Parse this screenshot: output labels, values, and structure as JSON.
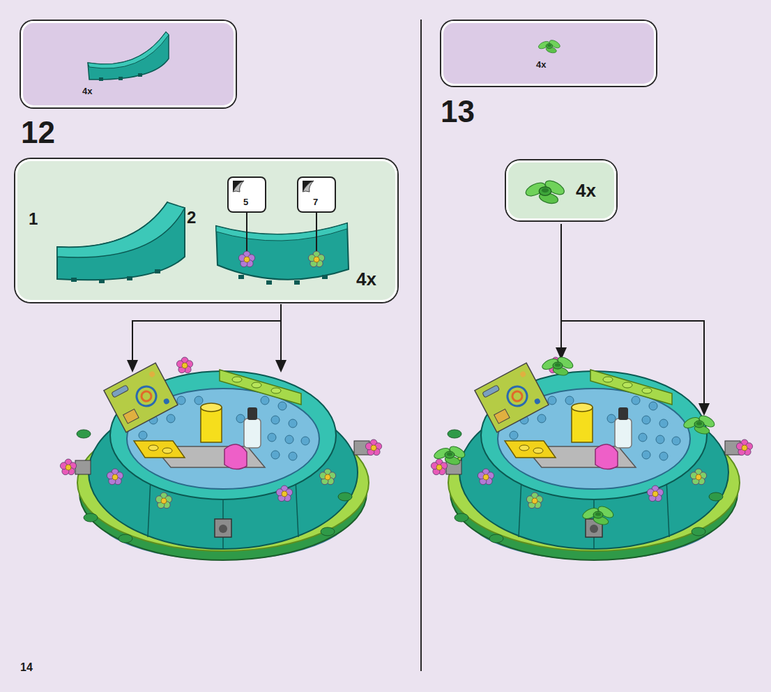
{
  "diagram": {
    "nodes": [
      {
        "text": [
          "4x"
        ]
      },
      {
        "text": [
          "1",
          "2",
          "4x"
        ]
      },
      {
        "text": [
          "5"
        ],
        "in": 1
      },
      {
        "text": [
          "7"
        ],
        "in": 1
      },
      {
        "text": [
          "4x"
        ]
      },
      {
        "text": [
          "4x"
        ]
      }
    ],
    "labels": [
      "12",
      "13",
      "14"
    ]
  }
}
